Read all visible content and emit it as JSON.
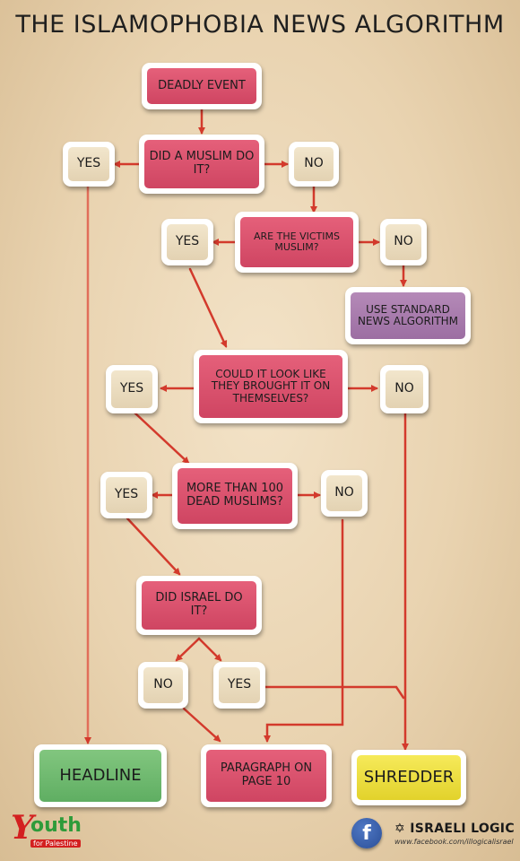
{
  "title": "THE ISLAMOPHOBIA NEWS ALGORITHM",
  "colors": {
    "decision": "#d8506c",
    "answer": "#ecdcbe",
    "standard": "#a97cae",
    "headline": "#6cb86c",
    "shredder": "#ecde3e",
    "arrow": "#d33a2c"
  },
  "nodes": {
    "deadly_event": "DEADLY EVENT",
    "did_muslim": "DID A MUSLIM DO IT?",
    "yes_1": "YES",
    "no_1": "NO",
    "victims_muslim": "ARE THE VICTIMS MUSLIM?",
    "yes_2": "YES",
    "no_2": "NO",
    "standard_algo": "USE STANDARD NEWS ALGORITHM",
    "brought_it": "COULD IT LOOK LIKE THEY BROUGHT IT ON THEMSELVES?",
    "yes_3": "YES",
    "no_3": "NO",
    "more_than_100": "MORE THAN 100 DEAD MUSLIMS?",
    "yes_4": "YES",
    "no_4": "NO",
    "israel": "DID ISRAEL DO IT?",
    "no_5": "NO",
    "yes_5": "YES",
    "headline": "HEADLINE",
    "paragraph": "PARAGRAPH ON PAGE 10",
    "shredder": "SHREDDER"
  },
  "footer": {
    "youth_logo": "outh",
    "youth_sub": "for Palestine",
    "facebook_icon": "f",
    "brand": "ISRAELI LOGIC",
    "url": "www.facebook.com/illogicalisrael"
  }
}
